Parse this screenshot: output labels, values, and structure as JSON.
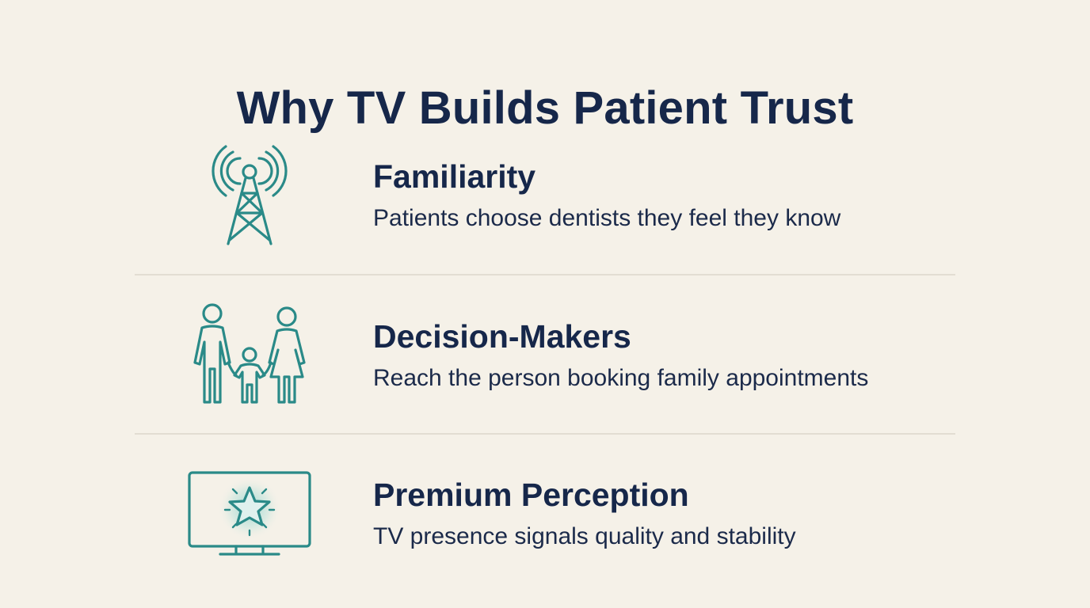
{
  "title": "Why TV Builds Patient Trust",
  "accent_color": "#2a8a88",
  "heading_color": "#16274a",
  "background_color": "#f5f1e8",
  "items": [
    {
      "icon": "broadcast-tower-icon",
      "heading": "Familiarity",
      "description": "Patients choose dentists they feel they know"
    },
    {
      "icon": "family-icon",
      "heading": "Decision-Makers",
      "description": "Reach the person booking family appointments"
    },
    {
      "icon": "tv-star-icon",
      "heading": "Premium Perception",
      "description": "TV presence signals quality and stability"
    }
  ]
}
